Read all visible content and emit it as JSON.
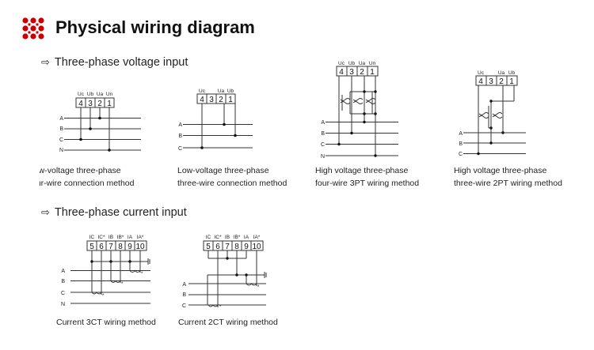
{
  "header": {
    "title": "Physical wiring diagram",
    "logo_icon": "red-diamond-grid-icon",
    "accent_color": "#cc0000"
  },
  "sections": {
    "voltage": {
      "arrow_icon": "⇨",
      "label": "Three-phase voltage input"
    },
    "current": {
      "arrow_icon": "⇨",
      "label": "Three-phase current input"
    }
  },
  "diagrams": {
    "lv_4wire": {
      "terminal_labels": [
        "Uc",
        "Ub",
        "Ua",
        "Un"
      ],
      "terminal_numbers": [
        "4",
        "3",
        "2",
        "1"
      ],
      "line_labels": [
        "A",
        "B",
        "C",
        "N"
      ],
      "caption_line1": "Low-voltage three-phase",
      "caption_line2": "four-wire connection method"
    },
    "lv_3wire": {
      "terminal_labels": [
        "Uc",
        "",
        "Ua",
        "Ub"
      ],
      "terminal_numbers": [
        "4",
        "3",
        "2",
        "1"
      ],
      "line_labels": [
        "A",
        "B",
        "C"
      ],
      "caption_line1": "Low-voltage three-phase",
      "caption_line2": "three-wire connection method"
    },
    "hv_3pt": {
      "terminal_labels": [
        "Uc",
        "Ub",
        "Ua",
        "Un"
      ],
      "terminal_numbers": [
        "4",
        "3",
        "2",
        "1"
      ],
      "line_labels": [
        "A",
        "B",
        "C",
        "N"
      ],
      "caption_line1": "High voltage three-phase",
      "caption_line2": "four-wire 3PT wiring method"
    },
    "hv_2pt": {
      "terminal_labels": [
        "Uc",
        "",
        "Ua",
        "Ub"
      ],
      "terminal_numbers": [
        "4",
        "3",
        "2",
        "1"
      ],
      "line_labels": [
        "A",
        "B",
        "C"
      ],
      "caption_line1": "High voltage three-phase",
      "caption_line2": "three-wire 2PT wiring method"
    },
    "ct_3": {
      "terminal_labels": [
        "IC",
        "IC*",
        "IB",
        "IB*",
        "IA",
        "IA*"
      ],
      "terminal_numbers": [
        "5",
        "6",
        "7",
        "8",
        "9",
        "10"
      ],
      "line_labels": [
        "A",
        "B",
        "C",
        "N"
      ],
      "caption": "Current 3CT wiring method"
    },
    "ct_2": {
      "terminal_labels": [
        "IC",
        "IC*",
        "IB",
        "IB*",
        "IA",
        "IA*"
      ],
      "terminal_numbers": [
        "5",
        "6",
        "7",
        "8",
        "9",
        "10"
      ],
      "line_labels": [
        "A",
        "B",
        "C"
      ],
      "caption": "Current 2CT wiring method"
    }
  }
}
